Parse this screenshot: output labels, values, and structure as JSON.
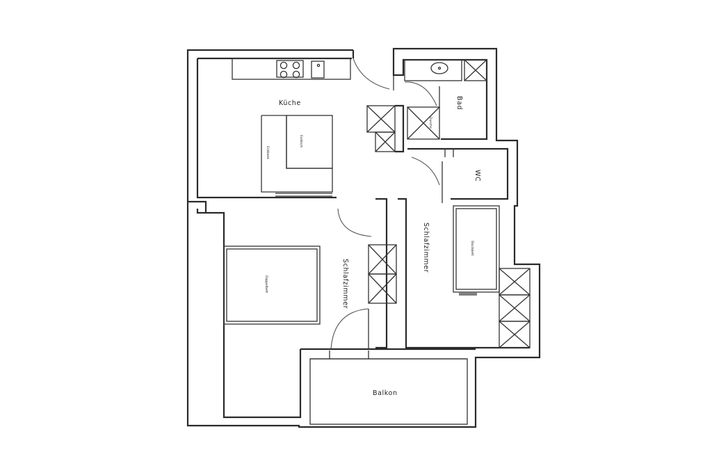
{
  "rooms": {
    "kitchen": "Küche",
    "bath": "Bad",
    "wc": "WC",
    "bedroom_left": "Schlafzimmer",
    "bedroom_right": "Schlafzimmer",
    "balcony": "Balkon"
  },
  "furniture": {
    "corner_bench": "Eckbank",
    "dining_table": "Esstisch",
    "shower": "Dusche",
    "double_bed": "Doppelbett",
    "bunk_bed": "Stockbett"
  },
  "colors": {
    "wall": "#2a2a2a",
    "background": "#ffffff"
  }
}
